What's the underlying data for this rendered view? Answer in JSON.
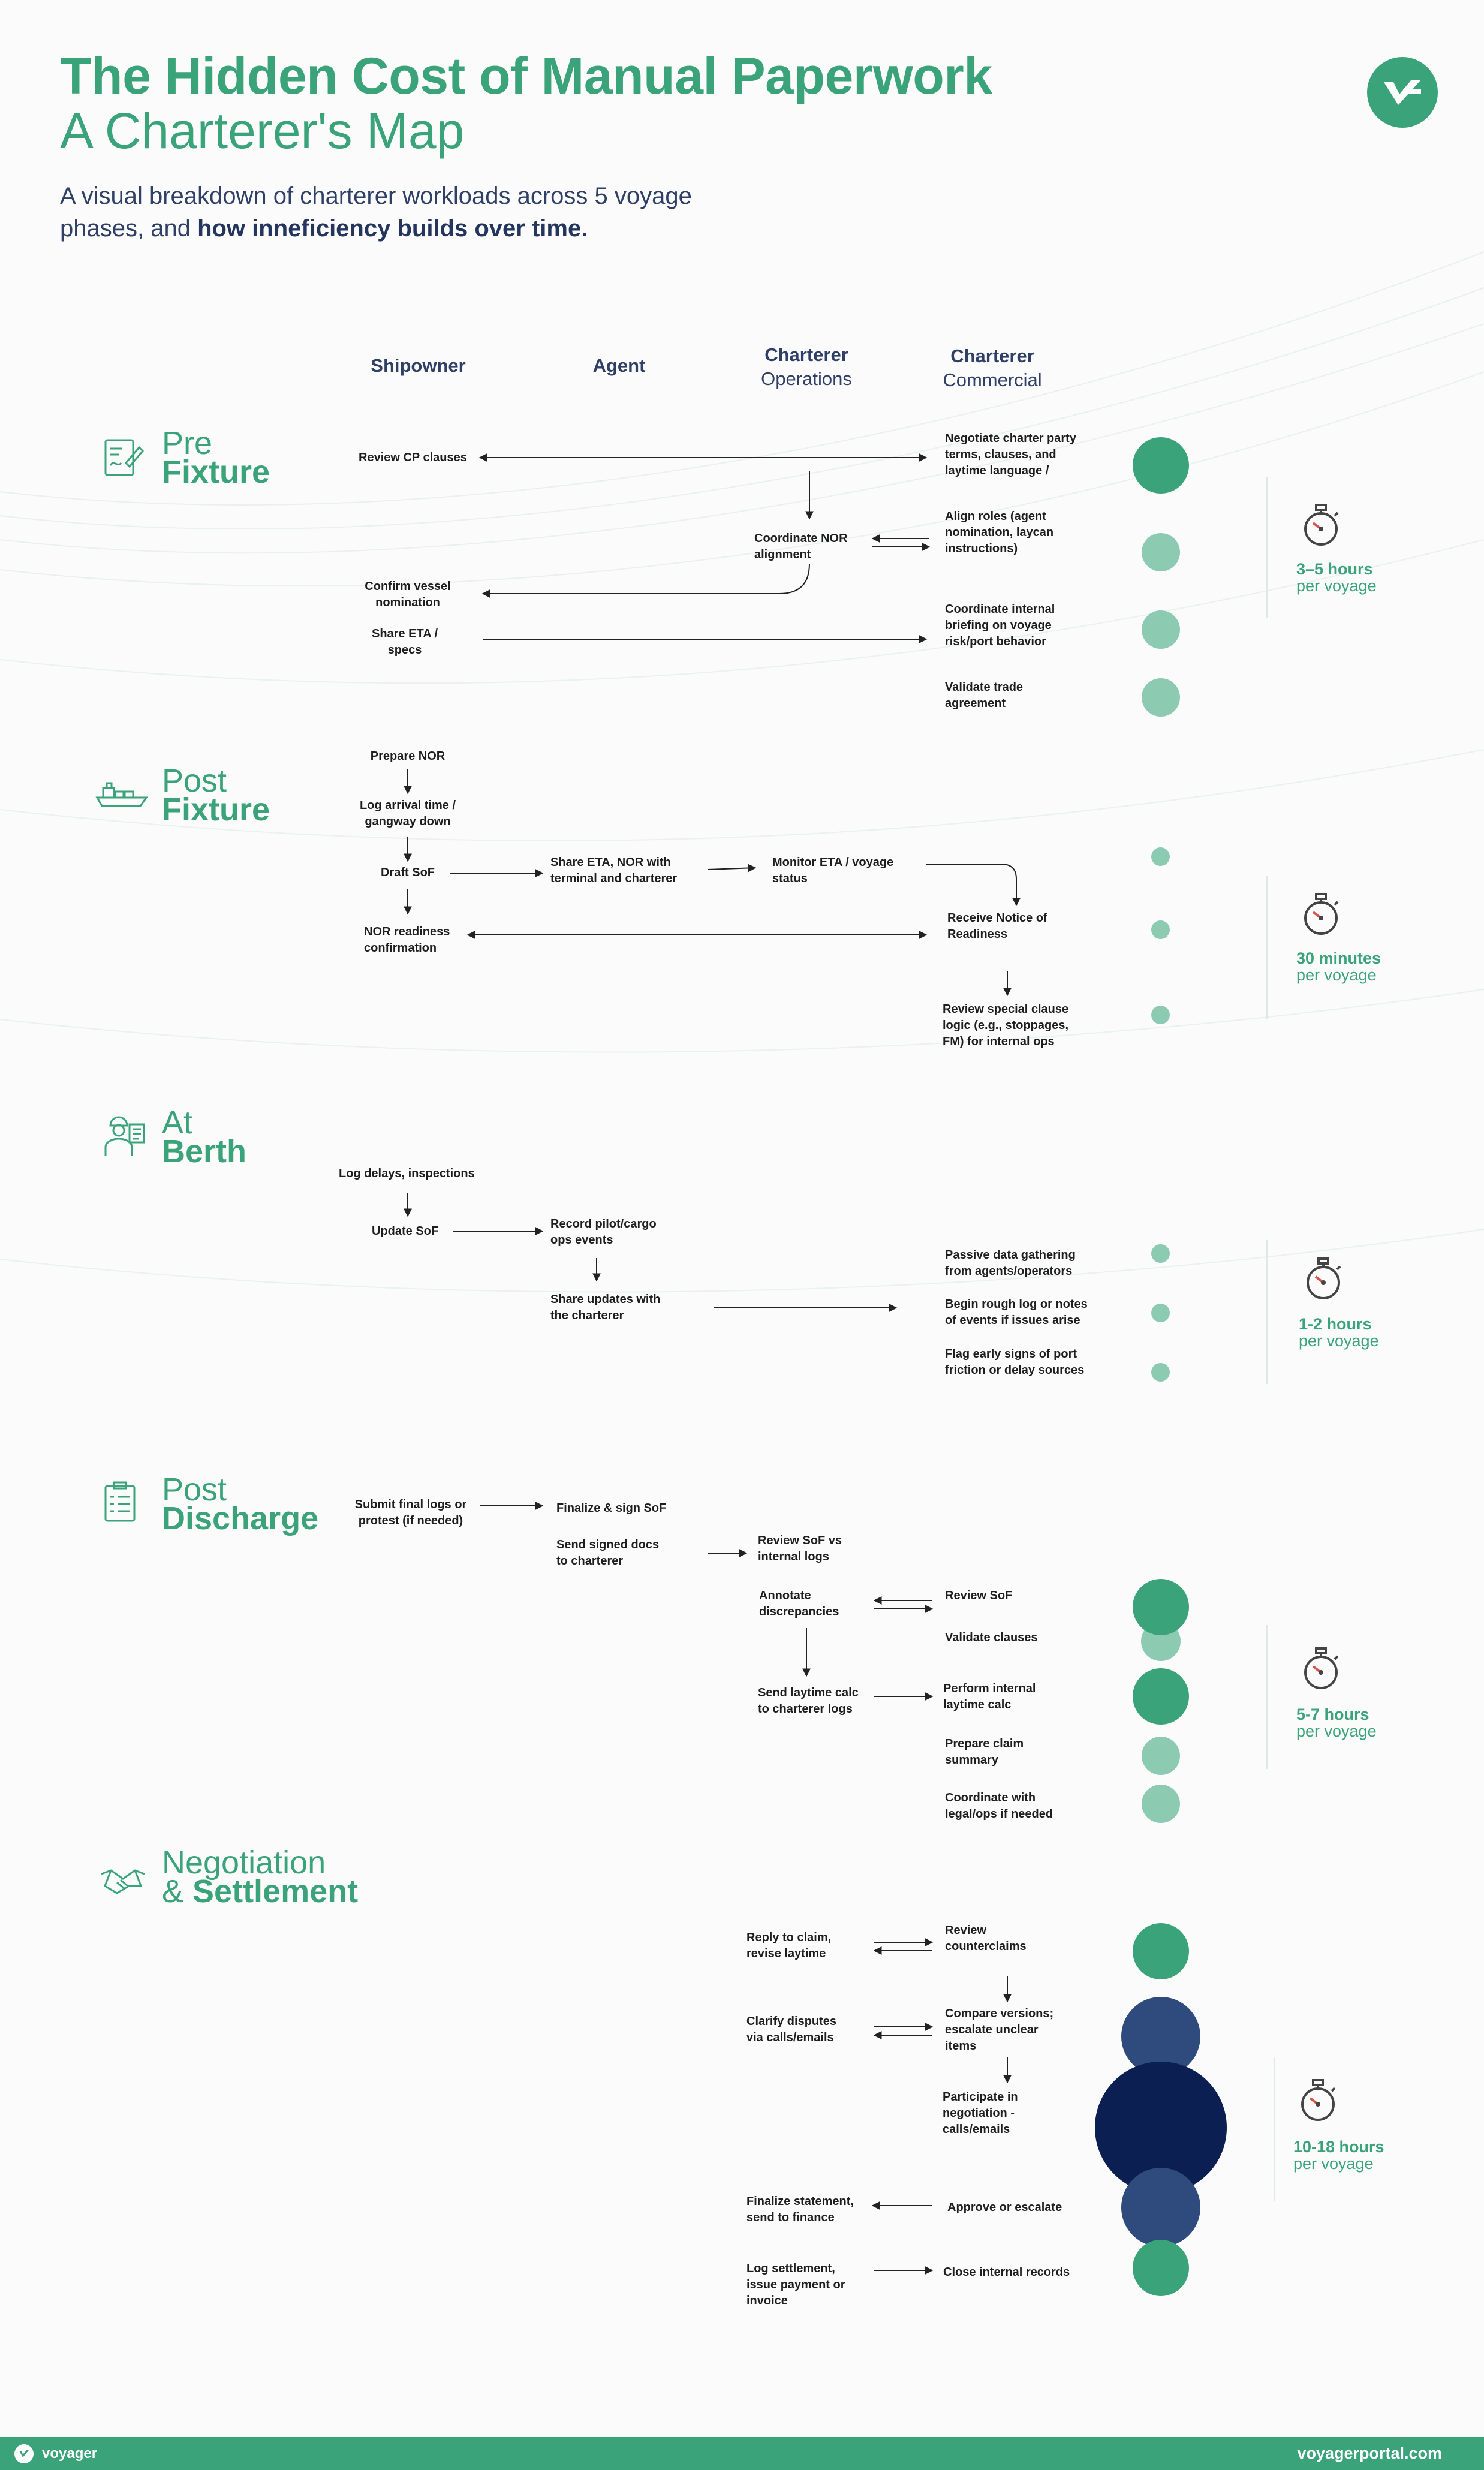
{
  "header": {
    "title_line1": "The Hidden Cost of Manual Paperwork",
    "title_line2": "A Charterer's Map",
    "subtitle_plain": "A visual breakdown of charterer workloads across 5 voyage phases, and ",
    "subtitle_bold": "how inneficiency builds over time."
  },
  "columns": {
    "shipowner": "Shipowner",
    "agent": "Agent",
    "ops_line1": "Charterer",
    "ops_line2": "Operations",
    "com_line1": "Charterer",
    "com_line2": "Commercial"
  },
  "phases": {
    "p1": {
      "light": "Pre",
      "bold": "Fixture",
      "icon": "contract-icon"
    },
    "p2": {
      "light": "Post",
      "bold": "Fixture",
      "icon": "ship-icon"
    },
    "p3": {
      "light": "At",
      "bold": "Berth",
      "icon": "port-worker-icon"
    },
    "p4": {
      "light": "Post",
      "bold": "Discharge",
      "icon": "document-list-icon"
    },
    "p5": {
      "light": "Negotiation",
      "bold": "Settlement",
      "amp": "& ",
      "icon": "handshake-icon"
    }
  },
  "labels": {
    "pre_review_cp": "Review CP clauses",
    "pre_negotiate": "Negotiate charter party terms, clauses, and laytime language /",
    "pre_align": "Align roles (agent nomination, laycan instructions)",
    "pre_coord_nor": "Coordinate NOR alignment",
    "pre_confirm_vessel": "Confirm vessel nomination",
    "pre_share_eta": "Share ETA / specs",
    "pre_coord_brief": "Coordinate internal briefing on voyage risk/port behavior",
    "pre_validate_trade": "Validate trade agreement",
    "post_prepare_nor": "Prepare NOR",
    "post_log_arrival": "Log arrival time / gangway down",
    "post_draft_sof": "Draft SoF",
    "post_share_eta_nor": "Share ETA, NOR with terminal and  charterer",
    "post_monitor_eta": "Monitor ETA / voyage status",
    "post_nor_readiness": "NOR readiness confirmation",
    "post_receive_nor": "Receive Notice of Readiness",
    "post_review_special": "Review special clause logic (e.g., stoppages, FM) for internal ops",
    "berth_log_delays": "Log delays, inspections",
    "berth_update_sof": "Update SoF",
    "berth_record_pilot": "Record pilot/cargo ops events",
    "berth_share_updates": "Share updates with the charterer",
    "berth_passive": "Passive data gathering from agents/operators",
    "berth_rough_log": "Begin rough log or notes of events if issues arise",
    "berth_flag": "Flag early signs of port friction or delay sources",
    "disc_submit": "Submit final logs or protest (if needed)",
    "disc_finalize": "Finalize & sign SoF",
    "disc_send_docs": "Send signed docs to charterer",
    "disc_review_vs": "Review SoF vs internal logs",
    "disc_annotate": "Annotate discrepancies",
    "disc_review_sof": "Review SoF",
    "disc_validate": "Validate clauses",
    "disc_send_laytime": "Send laytime calc to charterer logs",
    "disc_perform_calc": "Perform internal laytime calc",
    "disc_prepare_claim": "Prepare claim summary",
    "disc_coord_legal": "Coordinate with legal/ops if needed",
    "neg_reply": "Reply to claim, revise laytime",
    "neg_review_counter": "Review counterclaims",
    "neg_clarify": "Clarify disputes via calls/emails",
    "neg_compare": "Compare versions; escalate unclear items",
    "neg_participate": "Participate in negotiation - calls/emails",
    "neg_finalize": "Finalize statement, send to finance",
    "neg_approve": "Approve or escalate",
    "neg_log_settlement": "Log settlement, issue payment or invoice",
    "neg_close_records": "Close internal records"
  },
  "times": {
    "p1": {
      "value": "3–5 hours",
      "unit": "per voyage"
    },
    "p2": {
      "value": "30 minutes",
      "unit": "per voyage"
    },
    "p3": {
      "value": "1-2 hours",
      "unit": "per voyage"
    },
    "p4": {
      "value": "5-7 hours",
      "unit": "per voyage"
    },
    "p5": {
      "value": "10-18 hours",
      "unit": "per voyage"
    }
  },
  "colors": {
    "green": "#3aa37a",
    "light_green": "#8ccbb2",
    "navy_mid": "#2f4a7c",
    "navy_dark": "#0c1f52",
    "text_navy": "#2f3f66"
  },
  "footer": {
    "brand": "voyager",
    "url": "voyagerportal.com"
  }
}
